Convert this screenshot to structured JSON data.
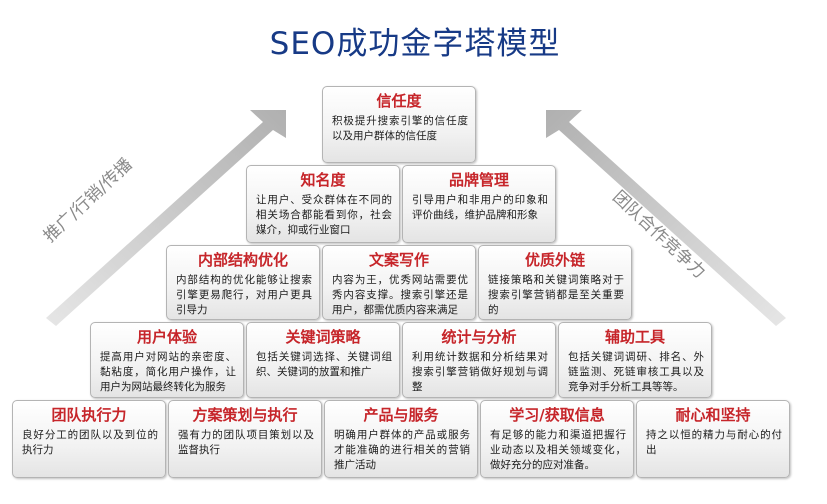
{
  "title": "SEO成功金字塔模型",
  "side_labels": {
    "left": "推广/行销/传播",
    "right": "团队合作竞争力"
  },
  "rows": [
    [
      {
        "title": "信任度",
        "desc": "积极提升搜索引擎的信任度以及用户群体的信任度"
      }
    ],
    [
      {
        "title": "知名度",
        "desc": "让用户、受众群体在不同的相关场合都能看到你，社会媒介，抑或行业窗口"
      },
      {
        "title": "品牌管理",
        "desc": "引导用户和非用户的印象和评价曲线，维护品牌和形象"
      }
    ],
    [
      {
        "title": "内部结构优化",
        "desc": "内部结构的优化能够让搜索引擎更易爬行，对用户更具引导力"
      },
      {
        "title": "文案写作",
        "desc": "内容为王，优秀网站需要优秀内容支撑。搜索引擎还是用户，都需优质内容来满足"
      },
      {
        "title": "优质外链",
        "desc": "链接策略和关键词策略对于搜索引擎营销都是至关重要的"
      }
    ],
    [
      {
        "title": "用户体验",
        "desc": "提高用户对网站的亲密度、黏粘度，简化用户操作，让用户为网站最终转化为服务"
      },
      {
        "title": "关键词策略",
        "desc": "包括关键词选择、关键词组织、关键词的放置和推广"
      },
      {
        "title": "统计与分析",
        "desc": "利用统计数据和分析结果对搜索引擎营销做好规划与调整"
      },
      {
        "title": "辅助工具",
        "desc": "包括关键词调研、排名、外链监测、死链审核工具以及竞争对手分析工具等等。"
      }
    ],
    [
      {
        "title": "团队执行力",
        "desc": "良好分工的团队以及到位的执行力"
      },
      {
        "title": "方案策划与执行",
        "desc": "强有力的团队项目策划以及监督执行"
      },
      {
        "title": "产品与服务",
        "desc": "明确用户群体的产品或服务才能准确的进行相关的营销推广活动"
      },
      {
        "title": "学习/获取信息",
        "desc": "有足够的能力和渠道把握行业动态以及相关领域变化，做好充分的应对准备。"
      },
      {
        "title": "耐心和坚持",
        "desc": "持之以恒的精力与耐心的付出"
      }
    ]
  ],
  "colors": {
    "title": "#173a86",
    "box_title": "#c6252a",
    "arrow": "#b5b5b5"
  }
}
